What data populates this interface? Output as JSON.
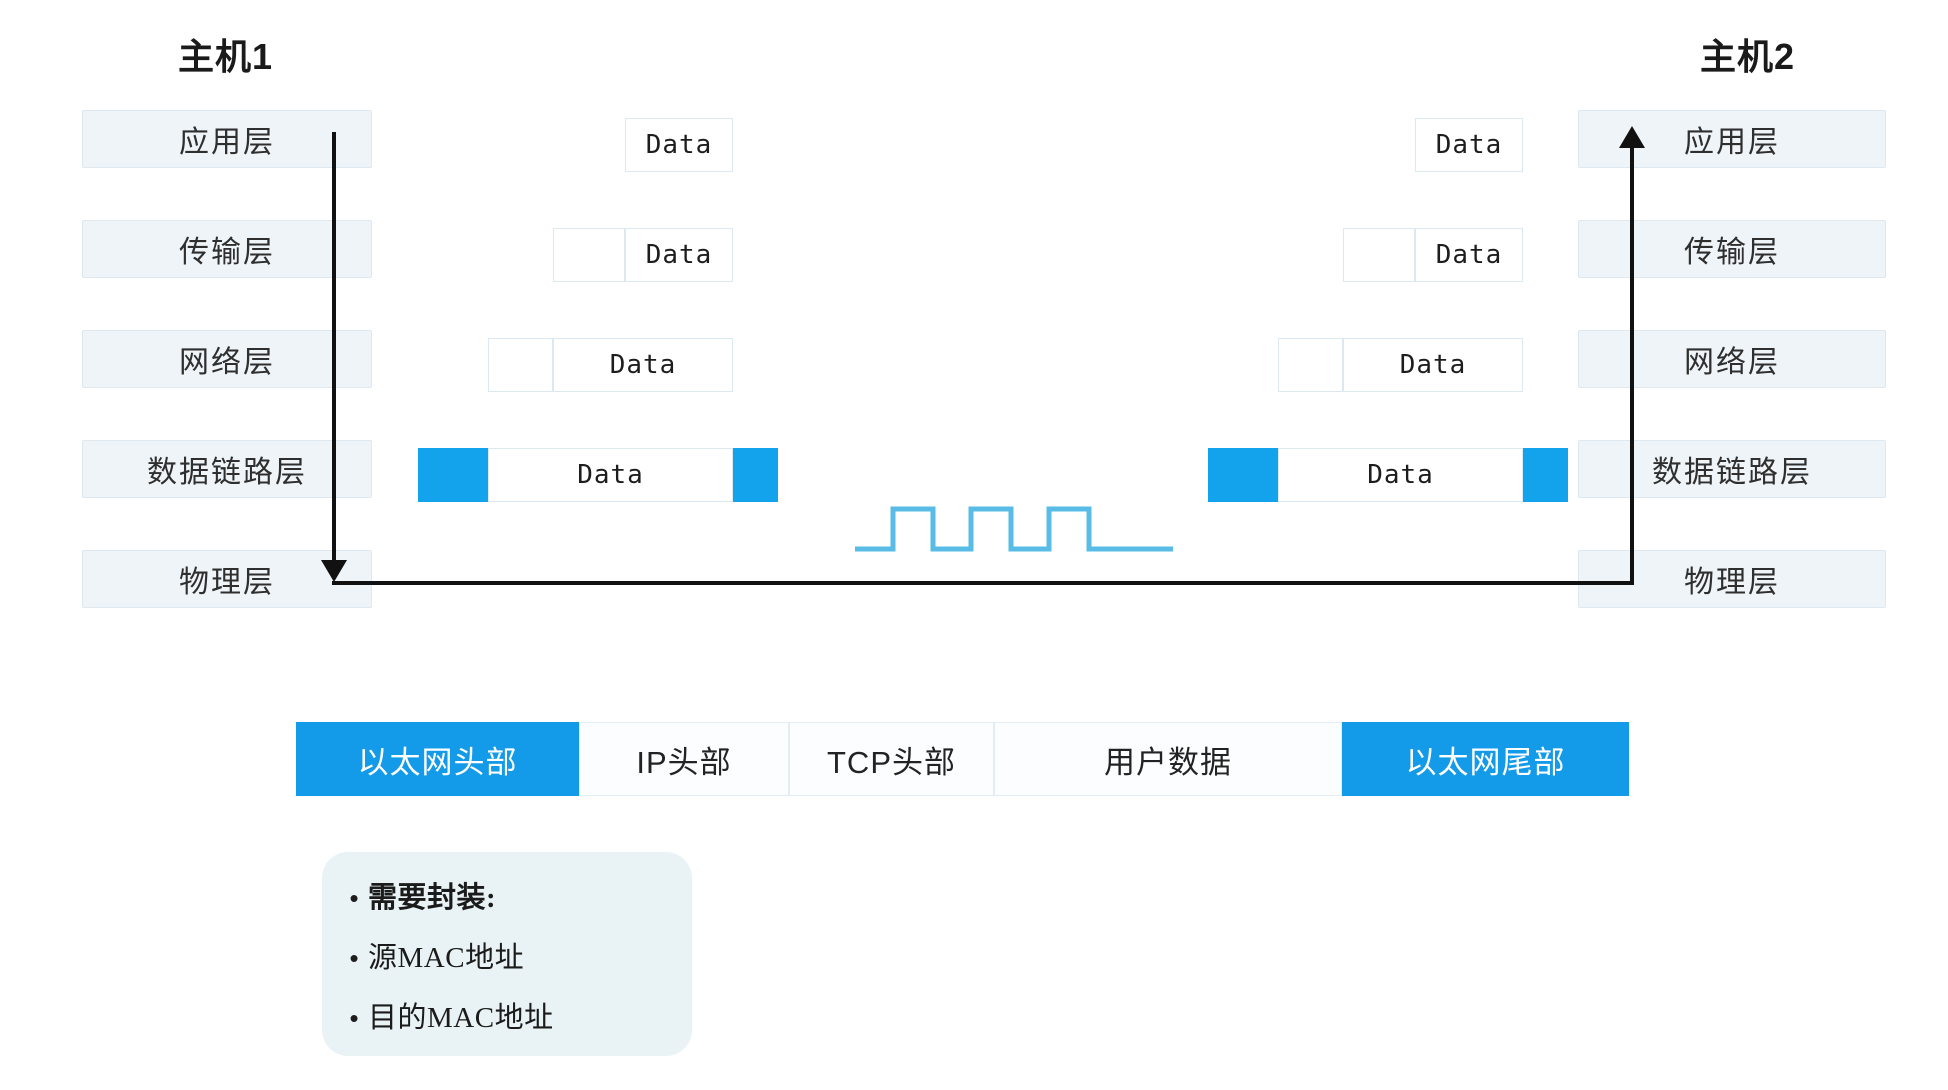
{
  "diagram": {
    "title_left": "主机1",
    "title_right": "主机2"
  },
  "layers": {
    "left": [
      {
        "label": "应用层"
      },
      {
        "label": "传输层"
      },
      {
        "label": "网络层"
      },
      {
        "label": "数据链路层"
      },
      {
        "label": "物理层"
      }
    ],
    "right": [
      {
        "label": "应用层"
      },
      {
        "label": "传输层"
      },
      {
        "label": "网络层"
      },
      {
        "label": "数据链路层"
      },
      {
        "label": "物理层"
      }
    ]
  },
  "pdus": {
    "data_label": "Data",
    "left": [
      {
        "layer": "应用层",
        "header": false,
        "trailer": false
      },
      {
        "layer": "传输层",
        "header": true,
        "trailer": false
      },
      {
        "layer": "网络层",
        "header": true,
        "trailer": false
      },
      {
        "layer": "数据链路层",
        "header": true,
        "trailer": true
      }
    ],
    "right": [
      {
        "layer": "应用层",
        "header": false,
        "trailer": false
      },
      {
        "layer": "传输层",
        "header": true,
        "trailer": false
      },
      {
        "layer": "网络层",
        "header": true,
        "trailer": false
      },
      {
        "layer": "数据链路层",
        "header": true,
        "trailer": true
      }
    ]
  },
  "frame": {
    "segments": [
      {
        "label": "以太网头部",
        "accent": true
      },
      {
        "label": "IP头部",
        "accent": false
      },
      {
        "label": "TCP头部",
        "accent": false
      },
      {
        "label": "用户数据",
        "accent": false
      },
      {
        "label": "以太网尾部",
        "accent": true
      }
    ]
  },
  "callout": {
    "bullet_glyph": "•",
    "items": [
      {
        "text": "需要封装:",
        "bold": true
      },
      {
        "text": "源MAC地址",
        "bold": false
      },
      {
        "text": "目的MAC地址",
        "bold": false
      }
    ]
  },
  "signal": {
    "name": "physical-layer-square-wave",
    "pulses": 3
  },
  "colors": {
    "accent_blue": "#12a3ec",
    "signal_blue": "#58bce6",
    "layer_fill": "#eef4f8",
    "arrow_black": "#111111"
  }
}
